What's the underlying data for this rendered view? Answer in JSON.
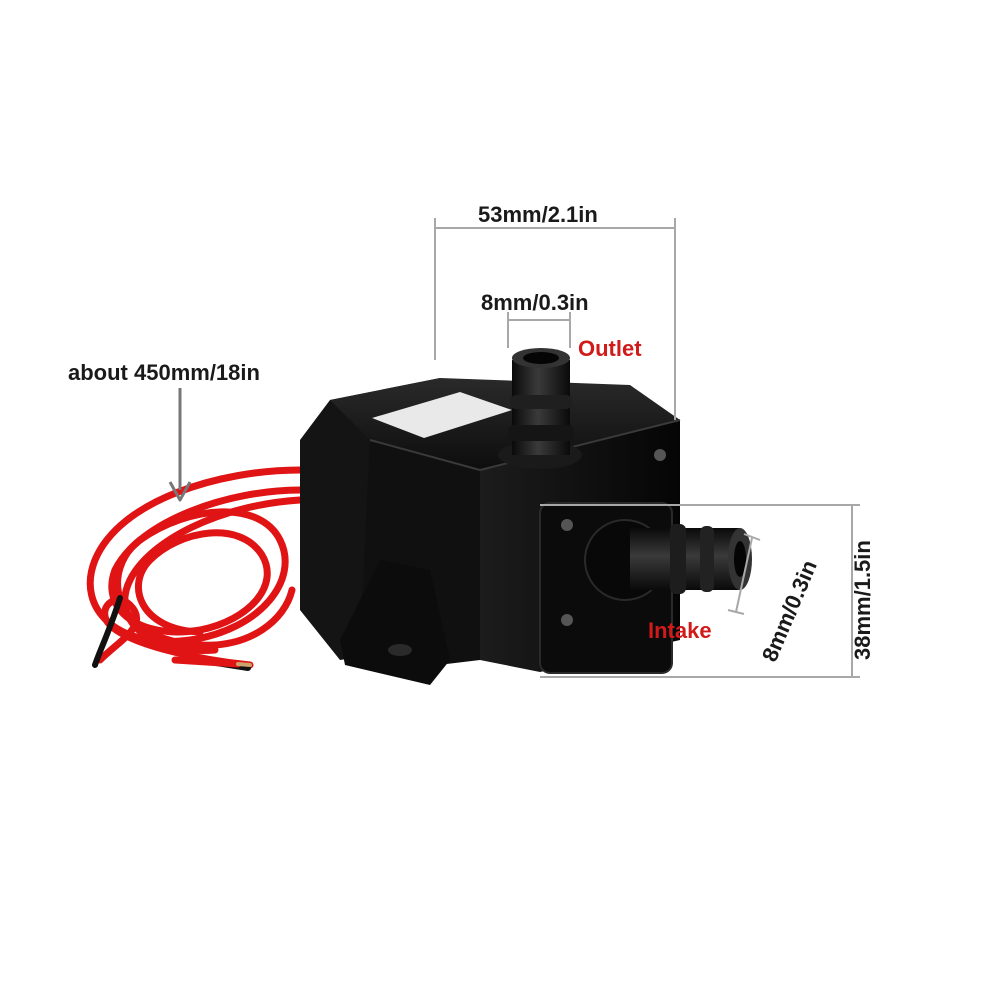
{
  "product": {
    "name_icon": "submersible-water-pump-icon",
    "body_color": "#111111",
    "wire_colors": [
      "#e01414",
      "#111111"
    ]
  },
  "dimensions": {
    "width_label": "53mm/2.1in",
    "outlet_diameter_label": "8mm/0.3in",
    "intake_diameter_label": "8mm/0.3in",
    "height_label": "38mm/1.5in",
    "cable_length_label": "about 450mm/18in"
  },
  "ports": {
    "outlet_label": "Outlet",
    "intake_label": "Intake",
    "label_color": "#d11a1a"
  }
}
